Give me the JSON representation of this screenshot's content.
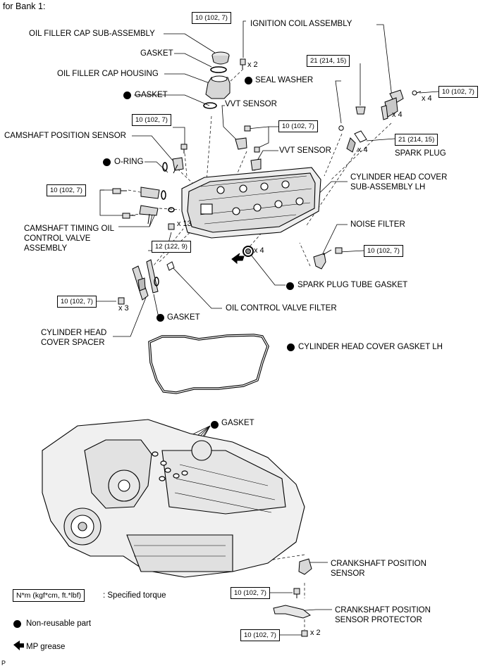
{
  "header": {
    "title": "for Bank 1:"
  },
  "labels": {
    "oil_filler_cap_sub_assembly": "OIL FILLER CAP SUB-ASSEMBLY",
    "gasket_top": "GASKET",
    "oil_filler_cap_housing": "OIL FILLER CAP HOUSING",
    "gasket_housing": "GASKET",
    "camshaft_position_sensor": "CAMSHAFT POSITION SENSOR",
    "o_ring": "O-RING",
    "camshaft_timing_valve": "CAMSHAFT TIMING OIL\nCONTROL VALVE\nASSEMBLY",
    "cylinder_head_cover_spacer": "CYLINDER HEAD\nCOVER SPACER",
    "gasket_spacer": "GASKET",
    "oil_control_valve_filter": "OIL CONTROL VALVE FILTER",
    "ignition_coil_assembly": "IGNITION COIL ASSEMBLY",
    "seal_washer": "SEAL WASHER",
    "vvt_sensor_1": "VVT SENSOR",
    "vvt_sensor_2": "VVT SENSOR",
    "spark_plug": "SPARK PLUG",
    "cylinder_head_cover_sub_assembly": "CYLINDER HEAD COVER\nSUB-ASSEMBLY LH",
    "noise_filter": "NOISE FILTER",
    "spark_plug_tube_gasket": "SPARK PLUG TUBE GASKET",
    "cylinder_head_cover_gasket": "CYLINDER HEAD COVER GASKET LH",
    "gasket_engine": "GASKET",
    "crankshaft_position_sensor": "CRANKSHAFT POSITION\nSENSOR",
    "crankshaft_position_sensor_protector": "CRANKSHAFT POSITION\nSENSOR PROTECTOR"
  },
  "torques": {
    "cap_bolt": "10 (102, 7)",
    "ignition_coil": "10 (102, 7)",
    "washer_bolt": "21 (214, 15)",
    "camshaft_sensor": "10 (102, 7)",
    "vvt_sensor": "10 (102, 7)",
    "spark_plug": "21 (214, 15)",
    "timing_valve": "10 (102, 7)",
    "cover_bolt": "12 (122, 9)",
    "noise_filter": "10 (102, 7)",
    "spacer": "10 (102, 7)",
    "crank_sensor": "10 (102, 7)",
    "crank_protector": "10 (102, 7)"
  },
  "quantities": {
    "cap_bolt": "x 2",
    "ignition_coil_bolt": "x 4",
    "ignition_coil": "x 4",
    "spark_plug": "x 4",
    "cover_bolt": "x 13",
    "tube_gasket": "x 4",
    "spacer_bolt": "x 3",
    "protector_bolt": "x 2"
  },
  "legend": {
    "torque_format": "N*m (kgf*cm, ft.*lbf)",
    "torque_desc": ": Specified torque",
    "non_reusable": "Non-reusable part",
    "mp_grease": "MP grease"
  },
  "footer": {
    "code": "P"
  }
}
